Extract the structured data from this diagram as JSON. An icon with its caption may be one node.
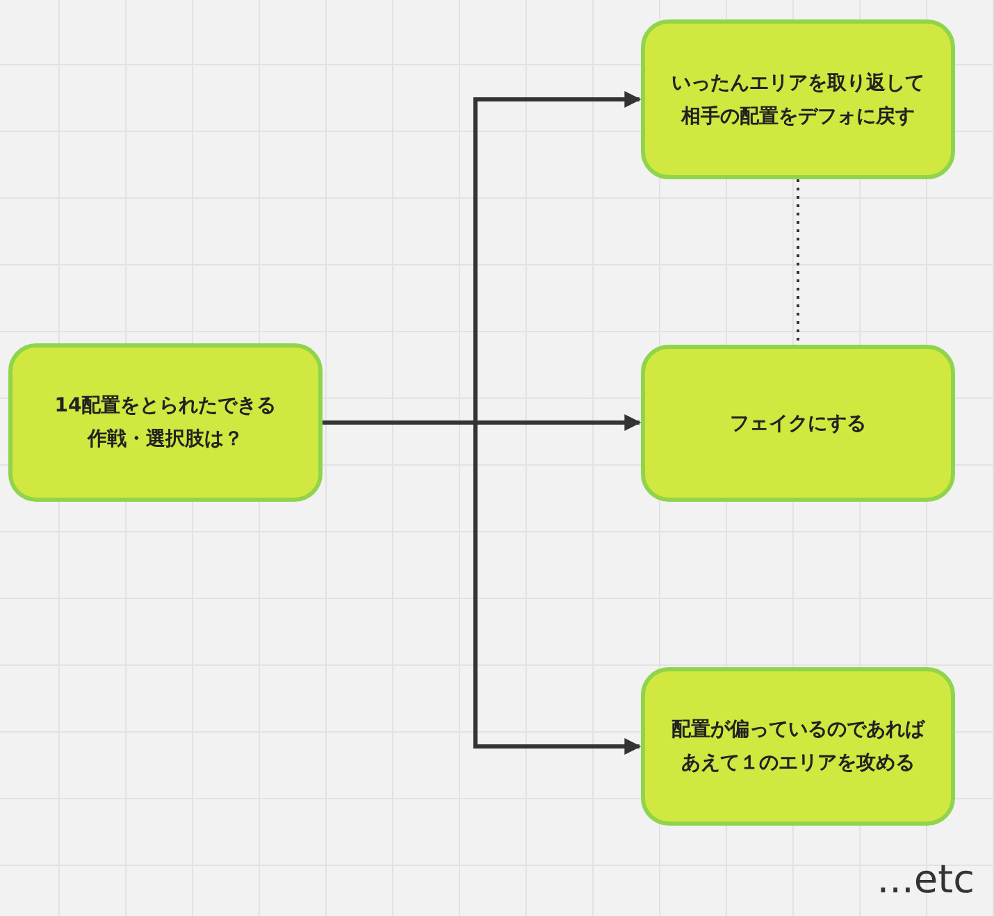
{
  "diagram": {
    "nodes": [
      {
        "text": [
          "14配置をとられたできる作戦・選択肢は？"
        ]
      },
      {
        "text": [
          "いったんエリアを取り返して相手の配置をデフォに戻す"
        ]
      },
      {
        "text": [
          "フェイクにする"
        ]
      },
      {
        "text": [
          "配置が偏っているのであればあえて１のエリアを攻める"
        ]
      }
    ],
    "edges": [
      {
        "from": 0,
        "to": 1,
        "arrow": "to"
      },
      {
        "from": 0,
        "to": 2,
        "arrow": "to"
      },
      {
        "from": 0,
        "to": 3,
        "arrow": "to"
      },
      {
        "from": 1,
        "to": 2,
        "arrow": "none",
        "style": "dashed"
      }
    ],
    "labels": [
      "...etc"
    ]
  }
}
